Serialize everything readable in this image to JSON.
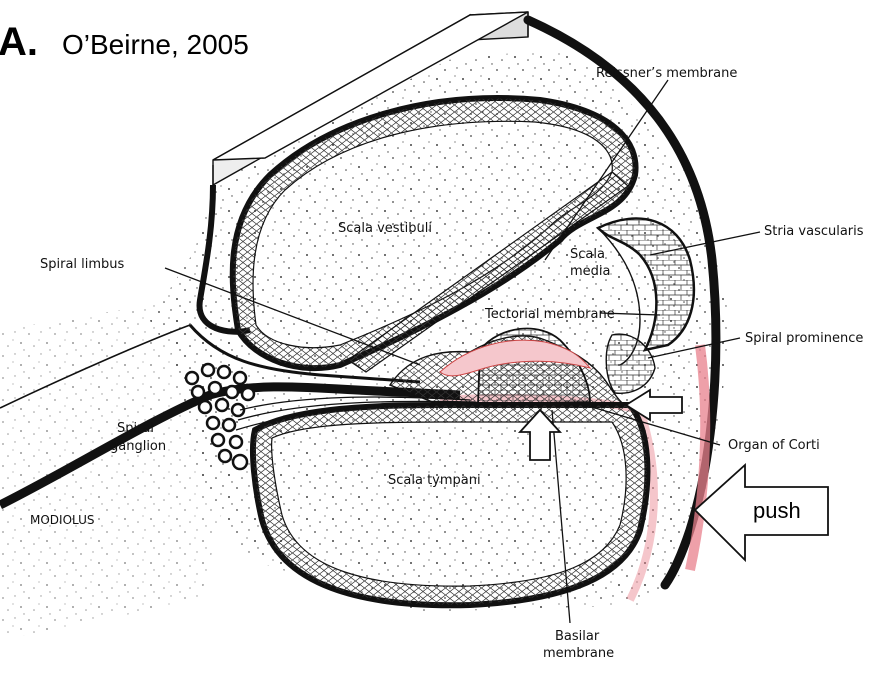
{
  "figure": {
    "letter": "A.",
    "citation": "O’Beirne, 2005"
  },
  "labels": {
    "reissners_membrane": "Reissner’s membrane",
    "stria_vascularis": "Stria vascularis",
    "spiral_limbus": "Spiral limbus",
    "scala_vestibuli": "Scala vestibuli",
    "scala_media_line1": "Scala",
    "scala_media_line2": "media",
    "tectorial_membrane": "Tectorial membrane",
    "spiral_prominence": "Spiral prominence",
    "spiral_ganglion_line1": "Spiral",
    "spiral_ganglion_line2": "ganglion",
    "organ_of_corti": "Organ of Corti",
    "scala_tympani": "Scala tympani",
    "modiolus": "MODIOLUS",
    "basilar_membrane_line1": "Basilar",
    "basilar_membrane_line2": "membrane",
    "push": "push"
  },
  "colors": {
    "ink": "#111111",
    "highlight": "#e8808c",
    "background": "#ffffff"
  }
}
